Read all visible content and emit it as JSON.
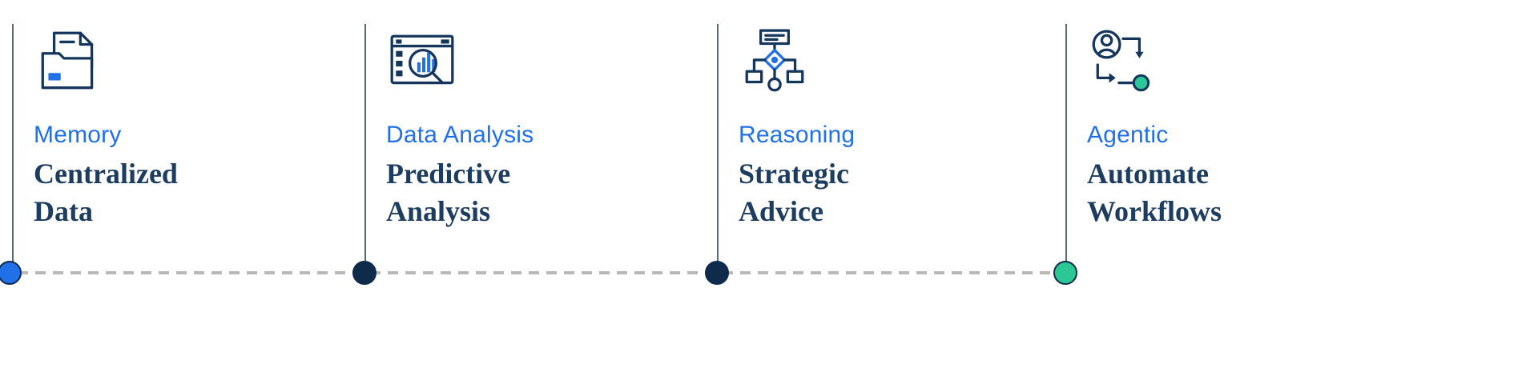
{
  "page": {
    "background": "#ffffff"
  },
  "colors": {
    "accent_blue": "#2170e8",
    "title_navy": "#1d3d60",
    "icon_navy": "#14365c",
    "dot_dark": "#0e2b4c",
    "dot_green": "#2bc795",
    "dash_gray": "#b8b8b8"
  },
  "steps": [
    {
      "label": "Memory",
      "title_lines": [
        "Centralized",
        "Data"
      ],
      "icon": "folder-documents-icon",
      "dot_color": "#2170e8"
    },
    {
      "label": "Data Analysis",
      "title_lines": [
        "Predictive",
        "Analysis"
      ],
      "icon": "analytics-magnifier-icon",
      "dot_color": "#0e2b4c"
    },
    {
      "label": "Reasoning",
      "title_lines": [
        "Strategic",
        "Advice"
      ],
      "icon": "flowchart-icon",
      "dot_color": "#0e2b4c"
    },
    {
      "label": "Agentic",
      "title_lines": [
        "Automate",
        "Workflows"
      ],
      "icon": "agent-workflow-icon",
      "dot_color": "#2bc795"
    }
  ]
}
